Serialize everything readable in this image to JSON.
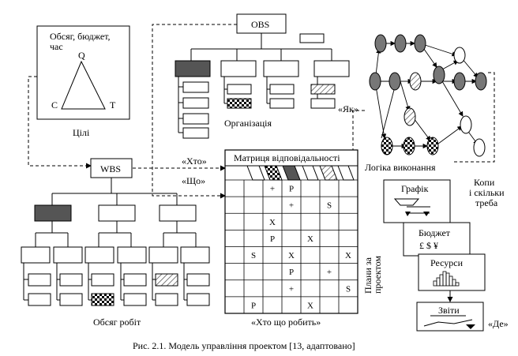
{
  "triangle_box": {
    "scope_label": "Обсяг, бюджет,",
    "scope_label2": "час",
    "vertex_q": "Q",
    "vertex_c": "C",
    "vertex_t": "T",
    "caption": "Цілі"
  },
  "obs": {
    "title": "OBS",
    "caption": "Організація"
  },
  "wbs": {
    "title": "WBS",
    "caption": "Обсяг робіт"
  },
  "network": {
    "caption": "Логіка виконання",
    "how_label": "«Як»"
  },
  "arrows": {
    "who_label": "«Хто»",
    "what_label": "«Що»"
  },
  "matrix": {
    "title": "Матриця відповідальності",
    "caption": "«Хто що робить»",
    "cells": [
      {
        "row": 0,
        "col": 2,
        "v": "+"
      },
      {
        "row": 0,
        "col": 3,
        "v": "P"
      },
      {
        "row": 1,
        "col": 3,
        "v": "+"
      },
      {
        "row": 1,
        "col": 5,
        "v": "S"
      },
      {
        "row": 2,
        "col": 2,
        "v": "X"
      },
      {
        "row": 3,
        "col": 2,
        "v": "P"
      },
      {
        "row": 3,
        "col": 4,
        "v": "X"
      },
      {
        "row": 4,
        "col": 1,
        "v": "S"
      },
      {
        "row": 4,
        "col": 3,
        "v": "X"
      },
      {
        "row": 4,
        "col": 6,
        "v": "X"
      },
      {
        "row": 5,
        "col": 3,
        "v": "P"
      },
      {
        "row": 5,
        "col": 5,
        "v": "+"
      },
      {
        "row": 6,
        "col": 3,
        "v": "+"
      },
      {
        "row": 6,
        "col": 6,
        "v": "S"
      },
      {
        "row": 7,
        "col": 1,
        "v": "P"
      },
      {
        "row": 7,
        "col": 4,
        "v": "X"
      }
    ]
  },
  "plans": {
    "side_label": "Плани за",
    "side_label2": "проектом",
    "schedule": "Графік",
    "budget": "Бюджет",
    "currency": "£   $   ¥",
    "resources": "Ресурси",
    "reports": "Звіти",
    "where_label": "«Де»",
    "copies_label": "Копи",
    "copies_label2": "і скільки",
    "copies_label3": "треба"
  },
  "figure_caption": "Рис.  2.1. Модель управління проектом [13, адаптовано]"
}
